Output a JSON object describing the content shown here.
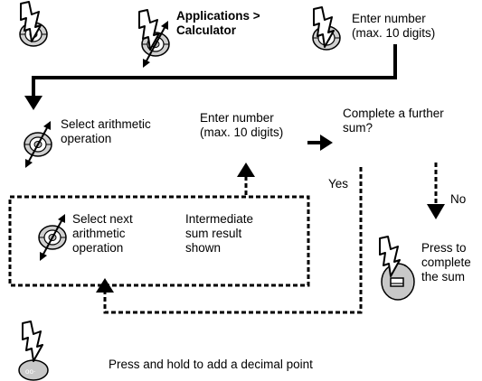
{
  "steps": {
    "menu_label": "Applications >\nCalculator",
    "enter_number_1": "Enter number\n(max. 10 digits)",
    "select_operation": "Select arithmetic\noperation",
    "enter_number_2": "Enter number\n(max. 10 digits)",
    "complete_question": "Complete a further\nsum?",
    "select_next_operation": "Select next\narithmetic\noperation",
    "intermediate_result": "Intermediate\nsum result\nshown",
    "press_complete": "Press to\ncomplete\nthe sum",
    "decimal_hint": "Press and hold to add a decimal point"
  },
  "branches": {
    "yes": "Yes",
    "no": "No"
  },
  "icons": [
    "press-key-icon",
    "navigation-key-icon",
    "keypad-press-icon",
    "complete-key-icon",
    "decimal-key-icon"
  ]
}
